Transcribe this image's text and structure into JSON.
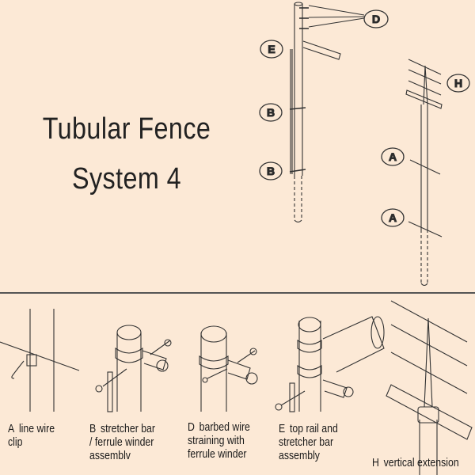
{
  "title": {
    "line1": "Tubular Fence",
    "line2": "System 4"
  },
  "callouts": {
    "D": "D",
    "E": "E",
    "B1": "B",
    "B2": "B",
    "H": "H",
    "A1": "A",
    "A2": "A"
  },
  "captions": [
    {
      "letter": "A",
      "text": "line wire\nclip"
    },
    {
      "letter": "B",
      "text": "stretcher bar\n/ ferrule winder\nassemblv"
    },
    {
      "letter": "D",
      "text": "barbed wire\nstraining with\nferrule winder"
    },
    {
      "letter": "E",
      "text": "top rail and\nstretcher bar\nassembly"
    },
    {
      "letter": "H",
      "text": "vertical extension"
    }
  ],
  "colors": {
    "background": "#fce9d6",
    "line": "#333333"
  }
}
